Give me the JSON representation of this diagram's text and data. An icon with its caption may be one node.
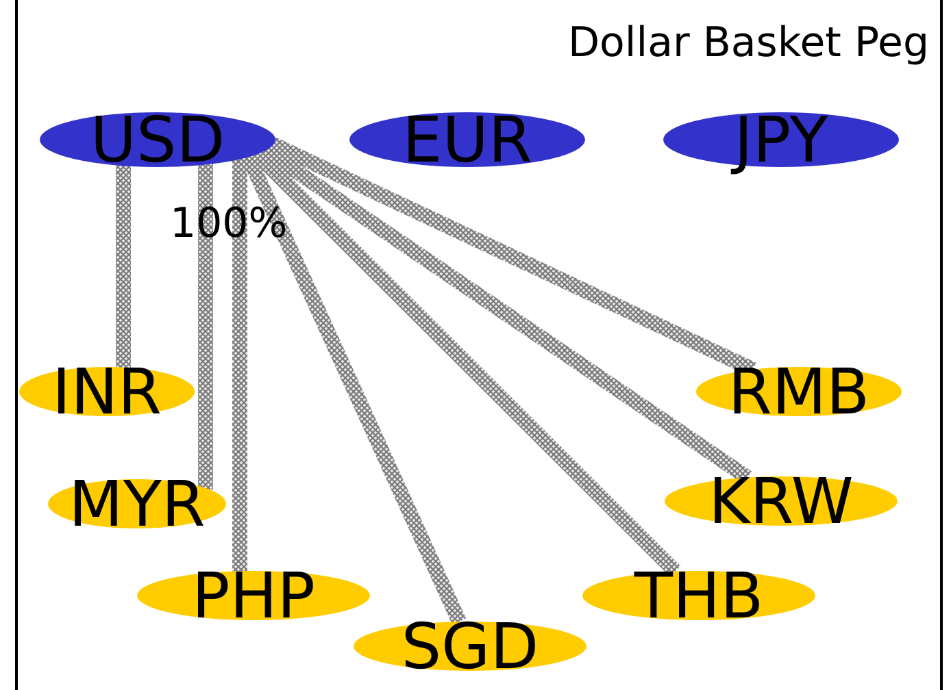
{
  "diagram": {
    "title": "Dollar Basket Peg",
    "nodes": [
      {
        "text": [
          "USD"
        ]
      },
      {
        "text": [
          "EUR"
        ]
      },
      {
        "text": [
          "JPY"
        ]
      },
      {
        "text": [
          "INR"
        ]
      },
      {
        "text": [
          "RMB"
        ]
      },
      {
        "text": [
          "MYR"
        ]
      },
      {
        "text": [
          "KRW"
        ]
      },
      {
        "text": [
          "PHP"
        ]
      },
      {
        "text": [
          "THB"
        ]
      },
      {
        "text": [
          "SGD"
        ]
      }
    ],
    "edges": [
      {
        "from": 0,
        "to": 3,
        "arrow": "none",
        "style": "thick"
      },
      {
        "from": 0,
        "to": 5,
        "arrow": "none",
        "style": "thick"
      },
      {
        "from": 0,
        "to": 7,
        "arrow": "none",
        "style": "thick"
      },
      {
        "from": 0,
        "to": 9,
        "arrow": "none",
        "style": "thick"
      },
      {
        "from": 0,
        "to": 8,
        "arrow": "none",
        "style": "thick"
      },
      {
        "from": 0,
        "to": 6,
        "arrow": "none",
        "style": "thick"
      },
      {
        "from": 0,
        "to": 4,
        "arrow": "none",
        "style": "thick"
      }
    ],
    "labels": [
      "100%"
    ]
  }
}
